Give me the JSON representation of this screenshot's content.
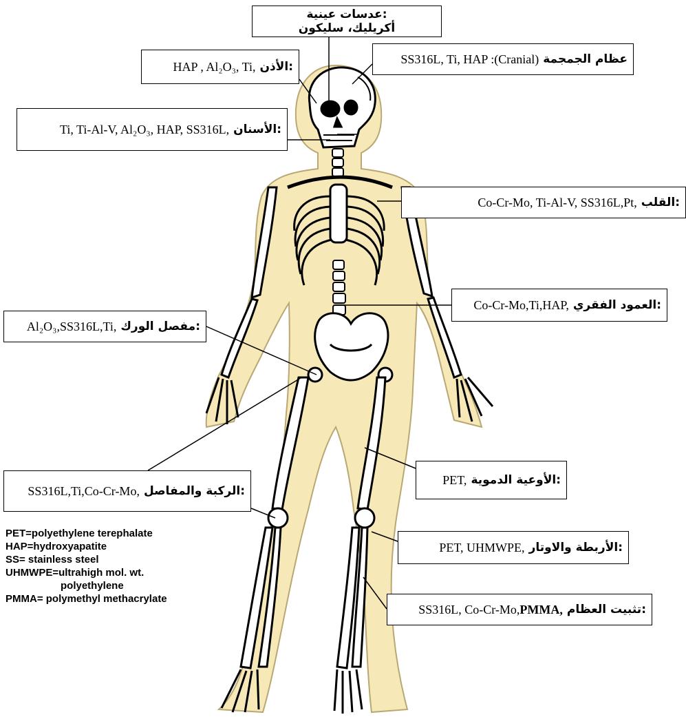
{
  "labels": {
    "lens": {
      "organ": "عدسات عينية:",
      "materials": "أكريليك، سليكون"
    },
    "cranial": {
      "organ": "عظام الجمجمة",
      "materials": "SS316L, Ti, HAP :(Cranial)"
    },
    "ear": {
      "organ": "الأذن:",
      "materials": "HAP , Al₂O₃, Ti,"
    },
    "teeth": {
      "organ": "الأسنان:",
      "materials": "Ti, Ti-Al-V, Al₂O₃, HAP, SS316L,"
    },
    "heart": {
      "organ": "القلب:",
      "materials": "Co-Cr-Mo, Ti-Al-V, SS316L,Pt,"
    },
    "spine": {
      "organ": "العمود الفقري:",
      "materials": "Co-Cr-Mo,Ti,HAP,"
    },
    "hip": {
      "organ": "مفصل الورك:",
      "materials": "Al₂O₃,SS316L,Ti,"
    },
    "knee": {
      "organ": "الركبة والمفاصل:",
      "materials": "SS316L,Ti,Co-Cr-Mo,"
    },
    "vessels": {
      "organ": "الأوعية الدموية:",
      "materials": "PET,"
    },
    "ligaments": {
      "organ": "الأربطة والاوتار:",
      "materials": "PET, UHMWPE,"
    },
    "fixation": {
      "organ": "تثبيت العظام:",
      "materials": "SS316L, Co-Cr-Mo,",
      "materials_bold": "PMMA,"
    }
  },
  "legend": [
    "PET=polyethylene terephalate",
    "HAP=hydroxyapatite",
    "SS= stainless steel",
    "UHMWPE=ultrahigh mol. wt.",
    "polyethylene",
    "PMMA= polymethyl methacrylate"
  ],
  "colors": {
    "body_fill": "#f7e8b8",
    "bone_fill": "#ffffff",
    "outline": "#000000"
  }
}
